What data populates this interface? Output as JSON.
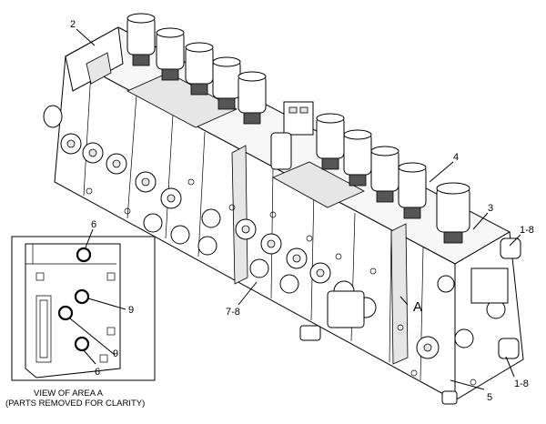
{
  "callouts": {
    "c2": "2",
    "c4": "4",
    "c3": "3",
    "c1_8_top": "1-8",
    "c7_8": "7-8",
    "cA": "A",
    "c1_8_bottom": "1-8",
    "c5": "5",
    "inset_6_top": "6",
    "inset_9_right": "9",
    "inset_9_bottom": "9",
    "inset_6_bottom": "6"
  },
  "inset_caption": {
    "line1": "VIEW OF AREA  A",
    "line2": "(PARTS REMOVED FOR CLARITY)"
  }
}
